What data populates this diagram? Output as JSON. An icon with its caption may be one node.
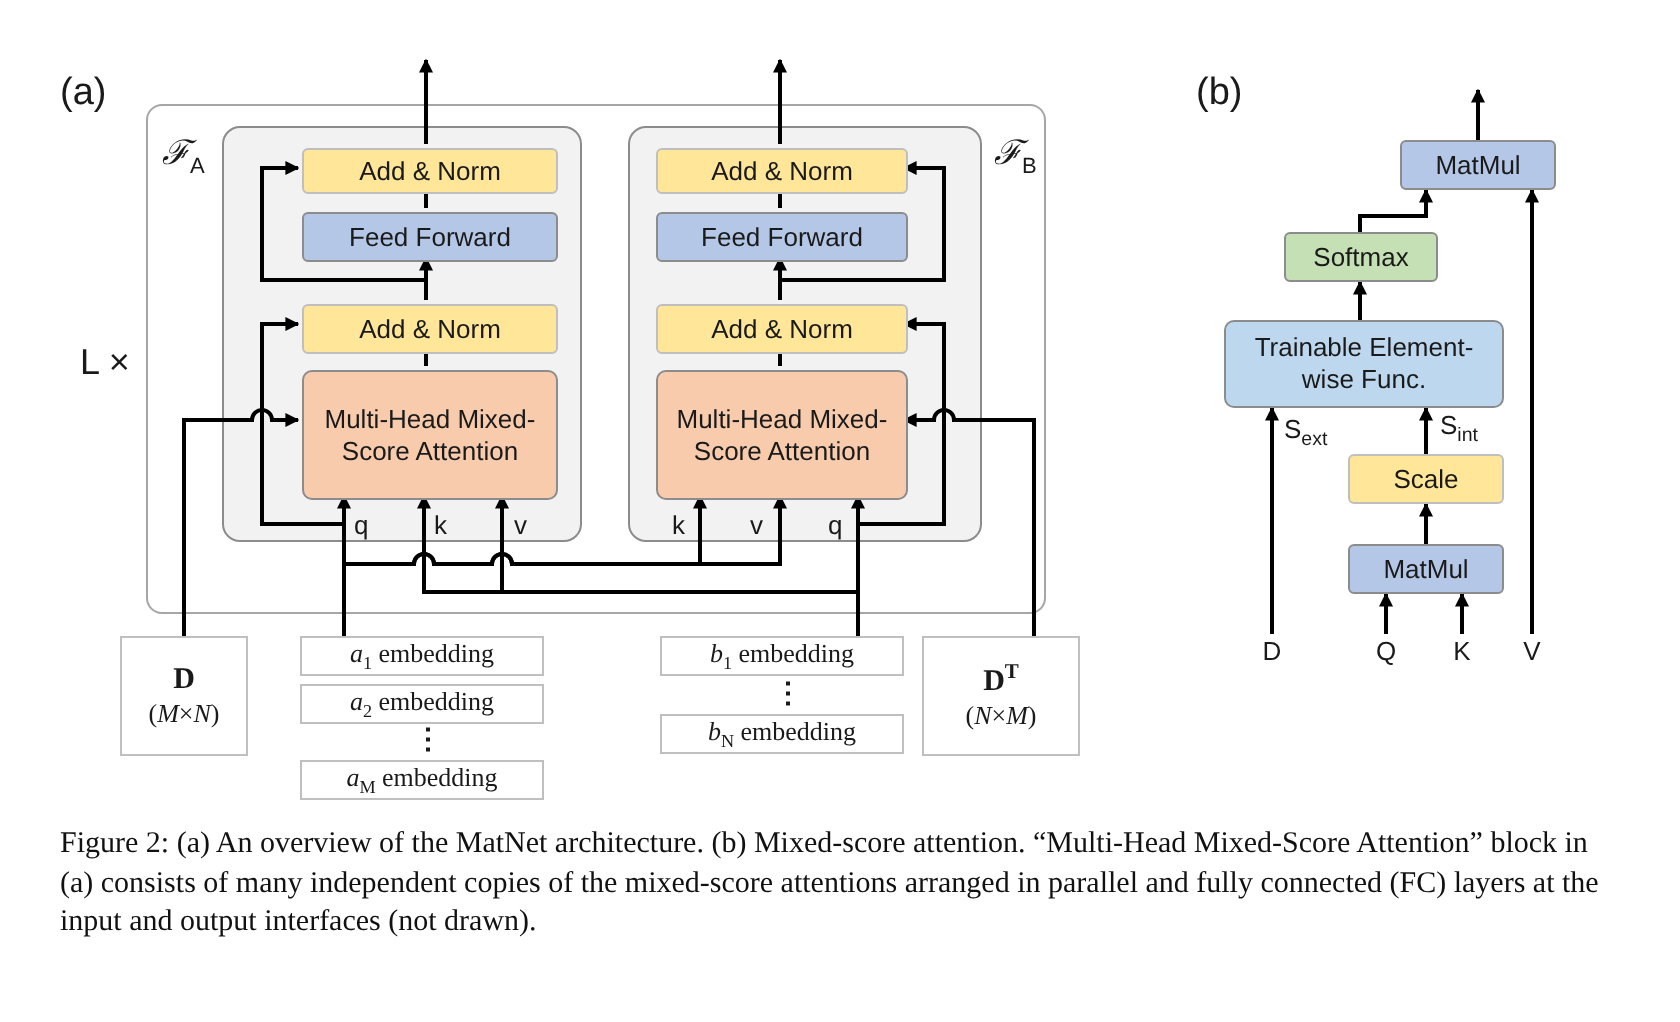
{
  "diagram": {
    "caption": "Figure 2: (a) An overview of the MatNet architecture. (b) Mixed-score attention. “Multi-Head Mixed-Score Attention” block in (a) consists of many independent copies of the mixed-score attentions arranged in parallel and fully connected (FC) layers at the input and output interfaces (not drawn).",
    "nodes": [
      {
        "text": [],
        "shape": "box",
        "beside": [
          "L ×"
        ]
      },
      {
        "text": [
          "ℱ$_{A}$"
        ],
        "in": 0
      },
      {
        "text": [
          "Add & Norm"
        ],
        "in": 1
      },
      {
        "text": [
          "Feed Forward"
        ],
        "in": 1
      },
      {
        "text": [
          "Add & Norm"
        ],
        "in": 1
      },
      {
        "text": [
          "Multi-Head Mixed-Score Attention"
        ],
        "in": 1
      },
      {
        "text": [
          "ℱ$_{B}$"
        ],
        "in": 0
      },
      {
        "text": [
          "Add & Norm"
        ],
        "in": 6
      },
      {
        "text": [
          "Feed Forward"
        ],
        "in": 6
      },
      {
        "text": [
          "Add & Norm"
        ],
        "in": 6
      },
      {
        "text": [
          "Multi-Head Mixed-Score Attention"
        ],
        "in": 6
      },
      {
        "text": [
          "D",
          "(*M*×*N*)"
        ]
      },
      {
        "text": [
          "*a*$_{1}$ embedding"
        ]
      },
      {
        "text": [
          "*a*$_{2}$ embedding"
        ]
      },
      {
        "text": [
          "*a*$_{M}$ embedding"
        ]
      },
      {
        "text": [
          "*b*$_{1}$ embedding"
        ]
      },
      {
        "text": [
          "*b*$_{N}$ embedding"
        ]
      },
      {
        "text": [
          "**D**$^{T}$",
          "(*N*×*M*)"
        ]
      },
      {
        "text": [
          "MatMul"
        ]
      },
      {
        "text": [
          "Softmax"
        ]
      },
      {
        "text": [
          "Trainable Element-wise Func."
        ]
      },
      {
        "text": [
          "Scale"
        ]
      },
      {
        "text": [
          "MatMul"
        ]
      },
      {
        "text": [
          "D"
        ]
      },
      {
        "text": [
          "Q"
        ]
      },
      {
        "text": [
          "K"
        ]
      },
      {
        "text": [
          "V"
        ]
      }
    ],
    "edges": [
      {
        "from": 5,
        "to": 4,
        "arrow": "none"
      },
      {
        "from": 4,
        "to": 3,
        "arrow": "to"
      },
      {
        "from": 3,
        "to": 2,
        "arrow": "none"
      },
      {
        "from": 2,
        "to": null,
        "arrow": "to"
      },
      {
        "from": 4,
        "to": 2,
        "arrow": "to"
      },
      {
        "from": 12,
        "to": 4,
        "arrow": "to"
      },
      {
        "from": 12,
        "to": 5,
        "arrow": "to",
        "label": "q"
      },
      {
        "from": 15,
        "to": 5,
        "arrow": "to",
        "label": "k"
      },
      {
        "from": 15,
        "to": 5,
        "arrow": "to",
        "label": "v"
      },
      {
        "from": 11,
        "to": 5,
        "arrow": "to"
      },
      {
        "from": 10,
        "to": 9,
        "arrow": "none"
      },
      {
        "from": 9,
        "to": 8,
        "arrow": "to"
      },
      {
        "from": 8,
        "to": 7,
        "arrow": "none"
      },
      {
        "from": 7,
        "to": null,
        "arrow": "to"
      },
      {
        "from": 9,
        "to": 7,
        "arrow": "to"
      },
      {
        "from": 15,
        "to": 9,
        "arrow": "to"
      },
      {
        "from": 15,
        "to": 10,
        "arrow": "to",
        "label": "q"
      },
      {
        "from": 12,
        "to": 10,
        "arrow": "to",
        "label": "k"
      },
      {
        "from": 12,
        "to": 10,
        "arrow": "to",
        "label": "v"
      },
      {
        "from": 17,
        "to": 10,
        "arrow": "to"
      },
      {
        "from": 19,
        "to": 18,
        "arrow": "to"
      },
      {
        "from": 18,
        "to": null,
        "arrow": "to"
      },
      {
        "from": 20,
        "to": 19,
        "arrow": "to"
      },
      {
        "from": 21,
        "to": 20,
        "arrow": "to",
        "label": "S$_{int}$"
      },
      {
        "from": 23,
        "to": 20,
        "arrow": "to",
        "label": "S$_{ext}$"
      },
      {
        "from": 22,
        "to": 21,
        "arrow": "to"
      },
      {
        "from": 24,
        "to": 22,
        "arrow": "to"
      },
      {
        "from": 25,
        "to": 22,
        "arrow": "to"
      },
      {
        "from": 26,
        "to": 18,
        "arrow": "to"
      }
    ],
    "labels": [
      "(a)",
      "(b)",
      "⋮",
      "⋮"
    ]
  }
}
